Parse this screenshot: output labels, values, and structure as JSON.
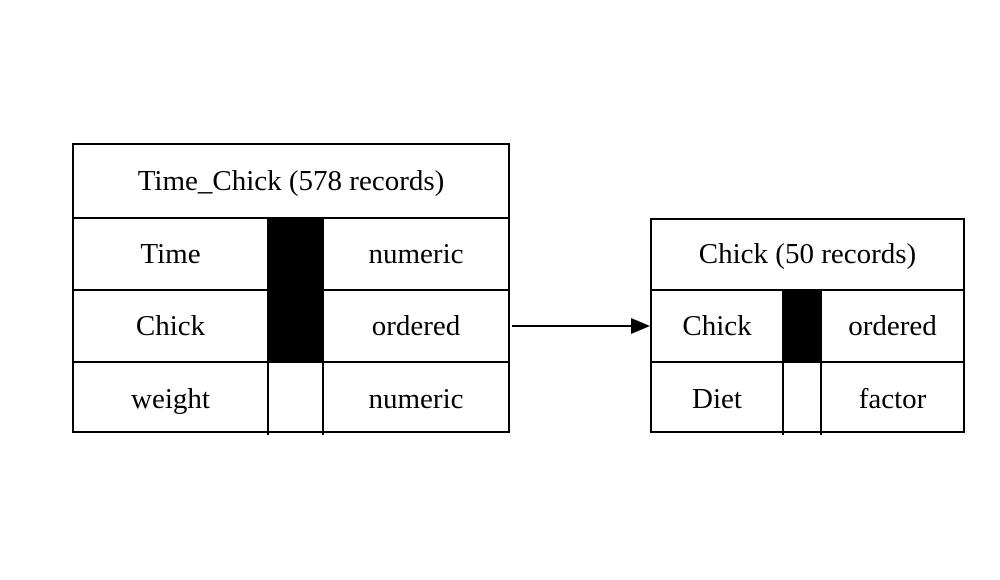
{
  "colors": {
    "border": "#000000",
    "key_fill": "#000000",
    "background": "#ffffff"
  },
  "tables": [
    {
      "title": "Time_Chick (578 records)",
      "rows": [
        {
          "name": "Time",
          "type": "numeric",
          "key": true
        },
        {
          "name": "Chick",
          "type": "ordered",
          "key": true
        },
        {
          "name": "weight",
          "type": "numeric",
          "key": false
        }
      ]
    },
    {
      "title": "Chick (50 records)",
      "rows": [
        {
          "name": "Chick",
          "type": "ordered",
          "key": true
        },
        {
          "name": "Diet",
          "type": "factor",
          "key": false
        }
      ]
    }
  ],
  "relation": {
    "from": "Time_Chick.Chick",
    "to": "Chick.Chick"
  }
}
